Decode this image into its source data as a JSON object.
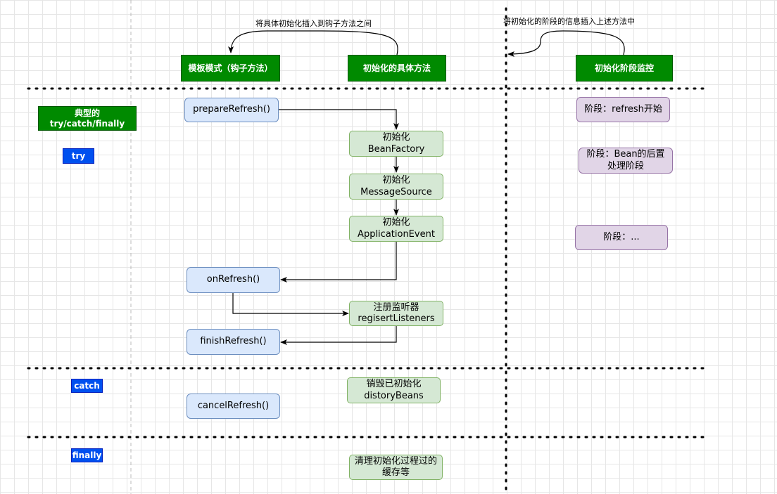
{
  "notes": {
    "insert_between_hooks": "将具体初始化插入到钩子方法之间",
    "insert_monitor_info": "将初始化的阶段的信息插入上述方法中"
  },
  "headers": {
    "template_pattern": "模板模式（钩子方法）",
    "concrete_methods": "初始化的具体方法",
    "monitoring": "初始化阶段监控"
  },
  "sections": {
    "typical": "典型的try/catch/finally",
    "try": "try",
    "catch": "catch",
    "finally": "finally"
  },
  "hooks": {
    "prepare_refresh": "prepareRefresh()",
    "on_refresh": "onRefresh()",
    "finish_refresh": "finishRefresh()",
    "cancel_refresh": "cancelRefresh()"
  },
  "steps": {
    "bean_factory": [
      "初始化",
      "BeanFactory"
    ],
    "message_source": [
      "初始化",
      "MessageSource"
    ],
    "application_event": [
      "初始化",
      "ApplicationEvent"
    ],
    "register_listeners": [
      "注册监听器",
      "regisertListeners"
    ],
    "destroy_beans": [
      "销毁已初始化",
      "distoryBeans"
    ],
    "clear_cache": [
      "清理初始化过程过的",
      "缓存等"
    ]
  },
  "stages": {
    "refresh_start": "阶段：refresh开始",
    "bean_post_process": [
      "阶段：Bean的后置",
      "处理阶段"
    ],
    "ellipsis": "阶段：..."
  },
  "colors": {
    "header_green": "#008a00",
    "section_blue": "#0050ef",
    "hook_fill": "#dae8fc",
    "step_fill": "#d5e8d4",
    "stage_fill": "#e1d5e7"
  }
}
